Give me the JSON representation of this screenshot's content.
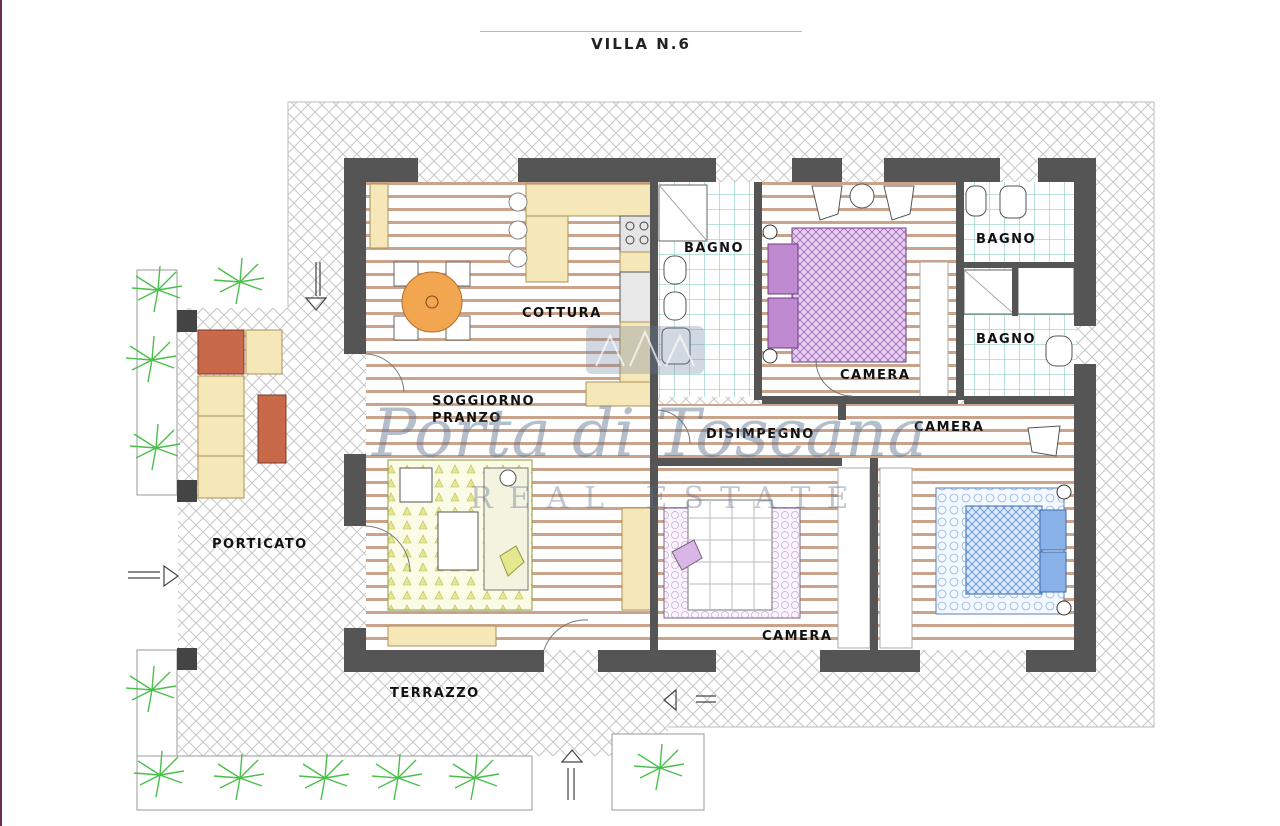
{
  "title": "VILLA N.6",
  "rooms": {
    "bagno_1": "BAGNO",
    "bagno_2": "BAGNO",
    "bagno_3": "BAGNO",
    "cottura": "COTTURA",
    "soggiorno_line1": "SOGGIORNO",
    "soggiorno_line2": "PRANZO",
    "camera_1": "CAMERA",
    "camera_2": "CAMERA",
    "camera_3": "CAMERA",
    "disimpegno": "DISIMPEGNO",
    "porticato": "PORTICATO",
    "terrazzo": "TERRAZZO"
  },
  "watermark": {
    "brand": "Porta di Toscana",
    "tagline": "REAL ESTATE"
  },
  "colors": {
    "wall": "#555555",
    "floor_wood_stripe": "#b88463",
    "bath_tile": "#8fd0c6",
    "bed_purple": "#a268b8",
    "bed_blue": "#5b8fd8",
    "table_orange": "#f3a650",
    "sofa_cream": "#f6e7b8",
    "rug_olive": "#e6e88f",
    "cushion_terracotta": "#c8694a",
    "plant_green": "#48c04a"
  }
}
